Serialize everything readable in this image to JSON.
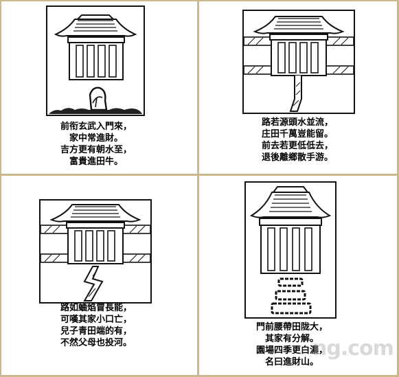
{
  "panels": [
    {
      "id": "top-left",
      "verse": [
        "前衔玄武入門來，",
        "家中常進財。",
        "吉方更有朝水至，",
        "富貴進田牛。"
      ]
    },
    {
      "id": "top-right",
      "verse": [
        "路若源頭水並流，",
        "庄田千萬豈能留。",
        "前去若更低低去，",
        "退後離鄉散手游。"
      ]
    },
    {
      "id": "bottom-left",
      "verse": [
        "路如蛐焰冒長能，",
        "可嘆其家小口亡，",
        "兒子青田端的有，",
        "不然父母也投河。"
      ]
    },
    {
      "id": "bottom-right",
      "verse": [
        "門前腰帶田陇大，",
        "其家有分解。",
        "園場四季更白濃，",
        "名曰進財山。"
      ]
    }
  ],
  "watermark": "ng.com"
}
